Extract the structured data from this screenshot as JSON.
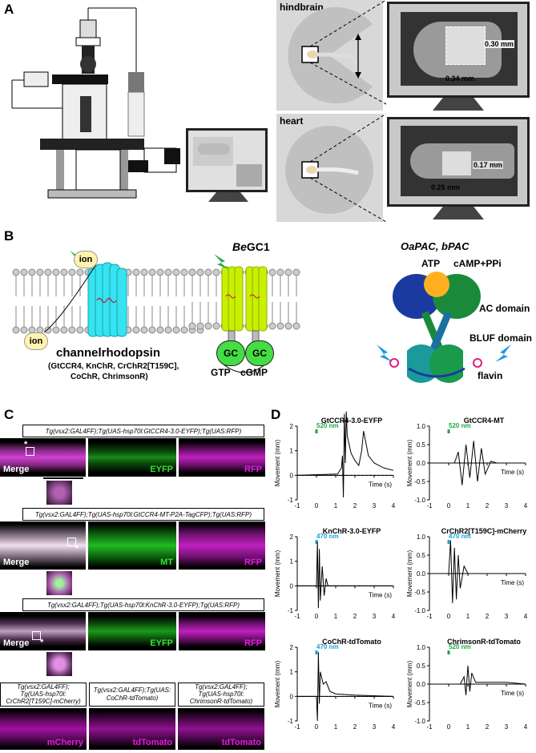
{
  "panels": {
    "A": "A",
    "B": "B",
    "C": "C",
    "D": "D"
  },
  "panel_a": {
    "hindbrain_label": "hindbrain",
    "heart_label": "heart",
    "hindbrain_width": "0.34 mm",
    "hindbrain_height": "0.30 mm",
    "heart_width": "0.25 mm",
    "heart_height": "0.17 mm"
  },
  "panel_b": {
    "ion_top": "ion",
    "ion_bottom": "ion",
    "channel_title": "channelrhodopsin",
    "channel_list_1": "(GtCCR4, KnChR, CrChR2[T159C],",
    "channel_list_2": "CoChR, ChrimsonR)",
    "begc1_title_italic": "Be",
    "begc1_title_rest": "GC1",
    "gc_left": "GC",
    "gc_right": "GC",
    "gtp": "GTP",
    "cgmp": "cGMP",
    "pac_title": "OaPAC, bPAC",
    "atp": "ATP",
    "camp": "cAMP+PPi",
    "ac_domain": "AC domain",
    "bluf_domain": "BLUF domain",
    "flavin": "flavin"
  },
  "panel_c": {
    "row1_label": "Tg(vsx2:GAL4FF);Tg(UAS-hsp70l:GtCCR4-3.0-EYFP);Tg(UAS:RFP)",
    "row1_tags": [
      "Merge",
      "EYFP",
      "RFP"
    ],
    "row2_label": "Tg(vsx2:GAL4FF);Tg(UAS-hsp70l:GtCCR4-MT-P2A-TagCFP);Tg(UAS:RFP)",
    "row2_tags": [
      "Merge",
      "MT",
      "RFP"
    ],
    "row3_label": "Tg(vsx2:GAL4FF);Tg(UAS-hsp70l:KnChR-3.0-EYFP);Tg(UAS:RFP)",
    "row3_tags": [
      "Merge",
      "EYFP",
      "RFP"
    ],
    "row4_labels": [
      "Tg(vsx2:GAL4FF); Tg(UAS-hsp70l: CrChR2[T159C]-mCherry)",
      "Tg(vsx2:GAL4FF);Tg(UAS: CoChR-tdTomato)",
      "Tg(vsx2:GAL4FF); Tg(UAS-hsp70l: ChrimsonR-tdTomato)"
    ],
    "row4_label_lines": [
      [
        "Tg(vsx2:GAL4FF);",
        "Tg(UAS-hsp70l:",
        "CrChR2[T159C]-mCherry)"
      ],
      [
        "Tg(vsx2:GAL4FF);Tg(UAS:",
        "CoChR-tdTomato)"
      ],
      [
        "Tg(vsx2:GAL4FF);",
        "Tg(UAS-hsp70l:",
        "ChrimsonR-tdTomato)"
      ]
    ],
    "row4_tags": [
      "mCherry",
      "tdTomato",
      "tdTomato"
    ],
    "asterisk": "*"
  },
  "colors": {
    "green_light": "#1aa64a",
    "blue_light": "#1aa0dc",
    "magenta": "#e01ce0",
    "green": "#33e033",
    "cyan_channel": "#35e4f0",
    "lime_gc": "#c8f000"
  },
  "chart_data": [
    {
      "type": "line",
      "title": "GtCCR4-3.0-EYFP",
      "light": "520 nm",
      "light_color": "green",
      "xlabel": "Time (s)",
      "ylabel": "Movement (mm)",
      "xlim": [
        -1,
        4
      ],
      "ylim": [
        -1,
        2
      ],
      "xticks": [
        -1,
        0,
        1,
        2,
        3,
        4
      ],
      "yticks": [
        -1.0,
        -0.5,
        0.0,
        0.5,
        1.0,
        1.5,
        2.0
      ],
      "ytick_labels": [
        "-1",
        "0",
        "1",
        "2"
      ],
      "ytick_values": [
        -1,
        0,
        1,
        2
      ],
      "x": [
        -1.0,
        1.1,
        1.3,
        1.35,
        1.4,
        1.45,
        1.5,
        1.55,
        1.6,
        1.8,
        2.0,
        2.2,
        2.35,
        2.45,
        2.7,
        3.0,
        3.5,
        4.0
      ],
      "y": [
        0.0,
        0.05,
        0.3,
        0.8,
        -0.9,
        2.5,
        0.5,
        2.6,
        1.6,
        0.9,
        0.6,
        0.4,
        1.0,
        1.8,
        0.8,
        0.5,
        0.3,
        0.2
      ]
    },
    {
      "type": "line",
      "title": "GtCCR4-MT",
      "light": "520 nm",
      "light_color": "green",
      "xlabel": "Time (s)",
      "ylabel": "Movement (mm)",
      "xlim": [
        -1,
        4
      ],
      "ylim": [
        -1,
        1
      ],
      "xticks": [
        -1,
        0,
        1,
        2,
        3,
        4
      ],
      "ytick_labels": [
        "-1.0",
        "-0.5",
        "0.0",
        "0.5",
        "1.0"
      ],
      "ytick_values": [
        -1.0,
        -0.5,
        0.0,
        0.5,
        1.0
      ],
      "x": [
        -1.0,
        0.3,
        0.5,
        0.7,
        0.9,
        1.1,
        1.3,
        1.5,
        1.7,
        1.9,
        2.2,
        2.5,
        4.0
      ],
      "y": [
        0.0,
        0.0,
        0.3,
        -0.6,
        0.5,
        -0.4,
        0.6,
        -0.5,
        0.4,
        -0.3,
        0.05,
        0.0,
        0.0
      ]
    },
    {
      "type": "line",
      "title": "KnChR-3.0-EYFP",
      "light": "470 nm",
      "light_color": "blue",
      "xlabel": "Time (s)",
      "ylabel": "Movement (mm)",
      "xlim": [
        -1,
        4
      ],
      "ylim": [
        -1,
        2
      ],
      "xticks": [
        -1,
        0,
        1,
        2,
        3,
        4
      ],
      "ytick_labels": [
        "-1",
        "0",
        "1",
        "2"
      ],
      "ytick_values": [
        -1,
        0,
        1,
        2
      ],
      "x": [
        -1.0,
        0.0,
        0.05,
        0.1,
        0.15,
        0.2,
        0.3,
        0.4,
        0.5,
        0.6,
        4.0
      ],
      "y": [
        0.0,
        0.0,
        1.8,
        -0.9,
        1.5,
        -0.6,
        0.8,
        -0.4,
        0.3,
        0.0,
        0.0
      ]
    },
    {
      "type": "line",
      "title": "CrChR2[T159C]-mCherry",
      "light": "470 nm",
      "light_color": "blue",
      "xlabel": "Time (s)",
      "ylabel": "Movement (mm)",
      "xlim": [
        -1,
        4
      ],
      "ylim": [
        -1,
        1
      ],
      "xticks": [
        -1,
        0,
        1,
        2,
        3,
        4
      ],
      "ytick_labels": [
        "-1.0",
        "-0.5",
        "0.0",
        "0.5",
        "1.0"
      ],
      "ytick_values": [
        -1.0,
        -0.5,
        0.0,
        0.5,
        1.0
      ],
      "x": [
        -1.0,
        0.0,
        0.1,
        0.2,
        0.3,
        0.4,
        0.5,
        0.6,
        0.8,
        1.0,
        4.0
      ],
      "y": [
        0.0,
        0.0,
        0.9,
        -0.8,
        0.7,
        -0.7,
        0.5,
        -0.4,
        0.2,
        0.0,
        0.0
      ]
    },
    {
      "type": "line",
      "title": "CoChR-tdTomato",
      "light": "470 nm",
      "light_color": "blue",
      "xlabel": "Time (s)",
      "ylabel": "Movement (mm)",
      "xlim": [
        -1,
        4
      ],
      "ylim": [
        -1,
        2
      ],
      "xticks": [
        -1,
        0,
        1,
        2,
        3,
        4
      ],
      "ytick_labels": [
        "-1",
        "0",
        "1",
        "2"
      ],
      "ytick_values": [
        -1,
        0,
        1,
        2
      ],
      "x": [
        -1.0,
        0.0,
        0.05,
        0.1,
        0.15,
        0.2,
        0.35,
        0.5,
        0.7,
        1.0,
        2.0,
        4.0
      ],
      "y": [
        0.0,
        0.0,
        -1.0,
        1.8,
        -0.3,
        1.0,
        0.5,
        0.6,
        0.2,
        0.1,
        0.05,
        0.0
      ]
    },
    {
      "type": "line",
      "title": "ChrimsonR-tdTomato",
      "light": "520 nm",
      "light_color": "green",
      "xlabel": "Time (s)",
      "ylabel": "Movement (mm)",
      "xlim": [
        -1,
        4
      ],
      "ylim": [
        -1,
        1
      ],
      "xticks": [
        -1,
        0,
        1,
        2,
        3,
        4
      ],
      "ytick_labels": [
        "-1.0",
        "-0.5",
        "0.0",
        "0.5",
        "1.0"
      ],
      "ytick_values": [
        -1.0,
        -0.5,
        0.0,
        0.5,
        1.0
      ],
      "x": [
        -1.0,
        0.6,
        0.8,
        0.9,
        1.0,
        1.1,
        1.2,
        1.4,
        2.0,
        3.0,
        4.0
      ],
      "y": [
        0.0,
        0.0,
        0.2,
        -0.3,
        0.5,
        -0.2,
        0.3,
        0.05,
        0.05,
        0.05,
        0.0
      ]
    }
  ]
}
